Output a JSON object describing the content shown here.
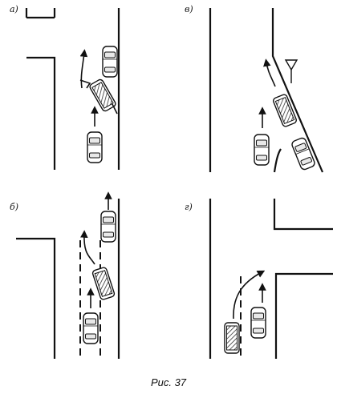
{
  "panels": {
    "a": {
      "label": "а)"
    },
    "b": {
      "label": "б)"
    },
    "v": {
      "label": "в)"
    },
    "g": {
      "label": "г)"
    }
  },
  "caption": "Рис. 37",
  "colors": {
    "ink": "#111111",
    "paper": "#ffffff",
    "hatch": "#333333"
  }
}
